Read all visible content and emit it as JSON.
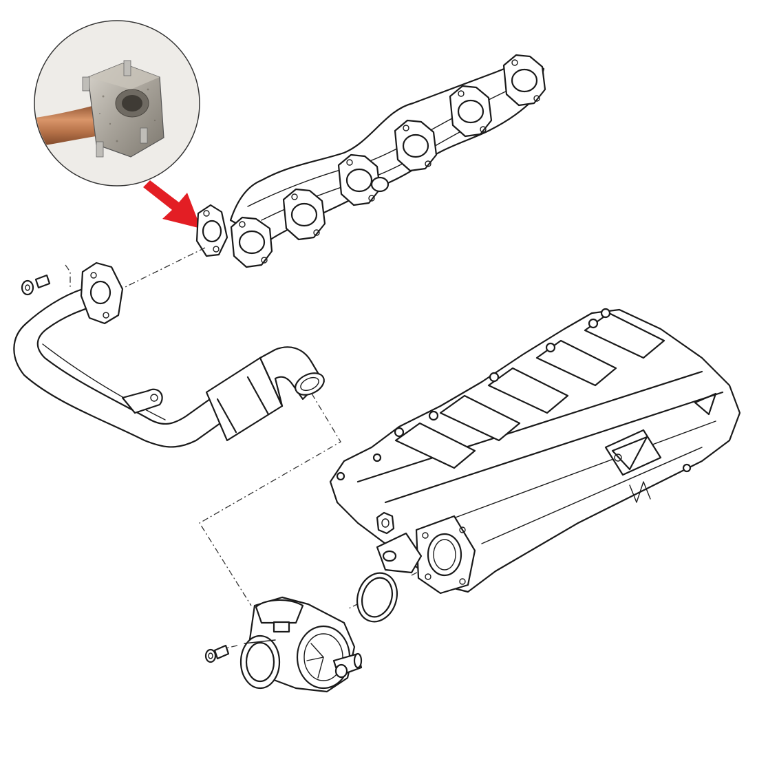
{
  "colors": {
    "line": "#1a1a1a",
    "background": "#ffffff",
    "arrow": "#e31e24",
    "copper": "#b8734a",
    "flange_metal": "#a8a39a"
  },
  "parts": [
    "exhaust-manifold",
    "egr-pipe",
    "intake-manifold",
    "egr-valve",
    "o-ring",
    "bolt",
    "nut"
  ]
}
